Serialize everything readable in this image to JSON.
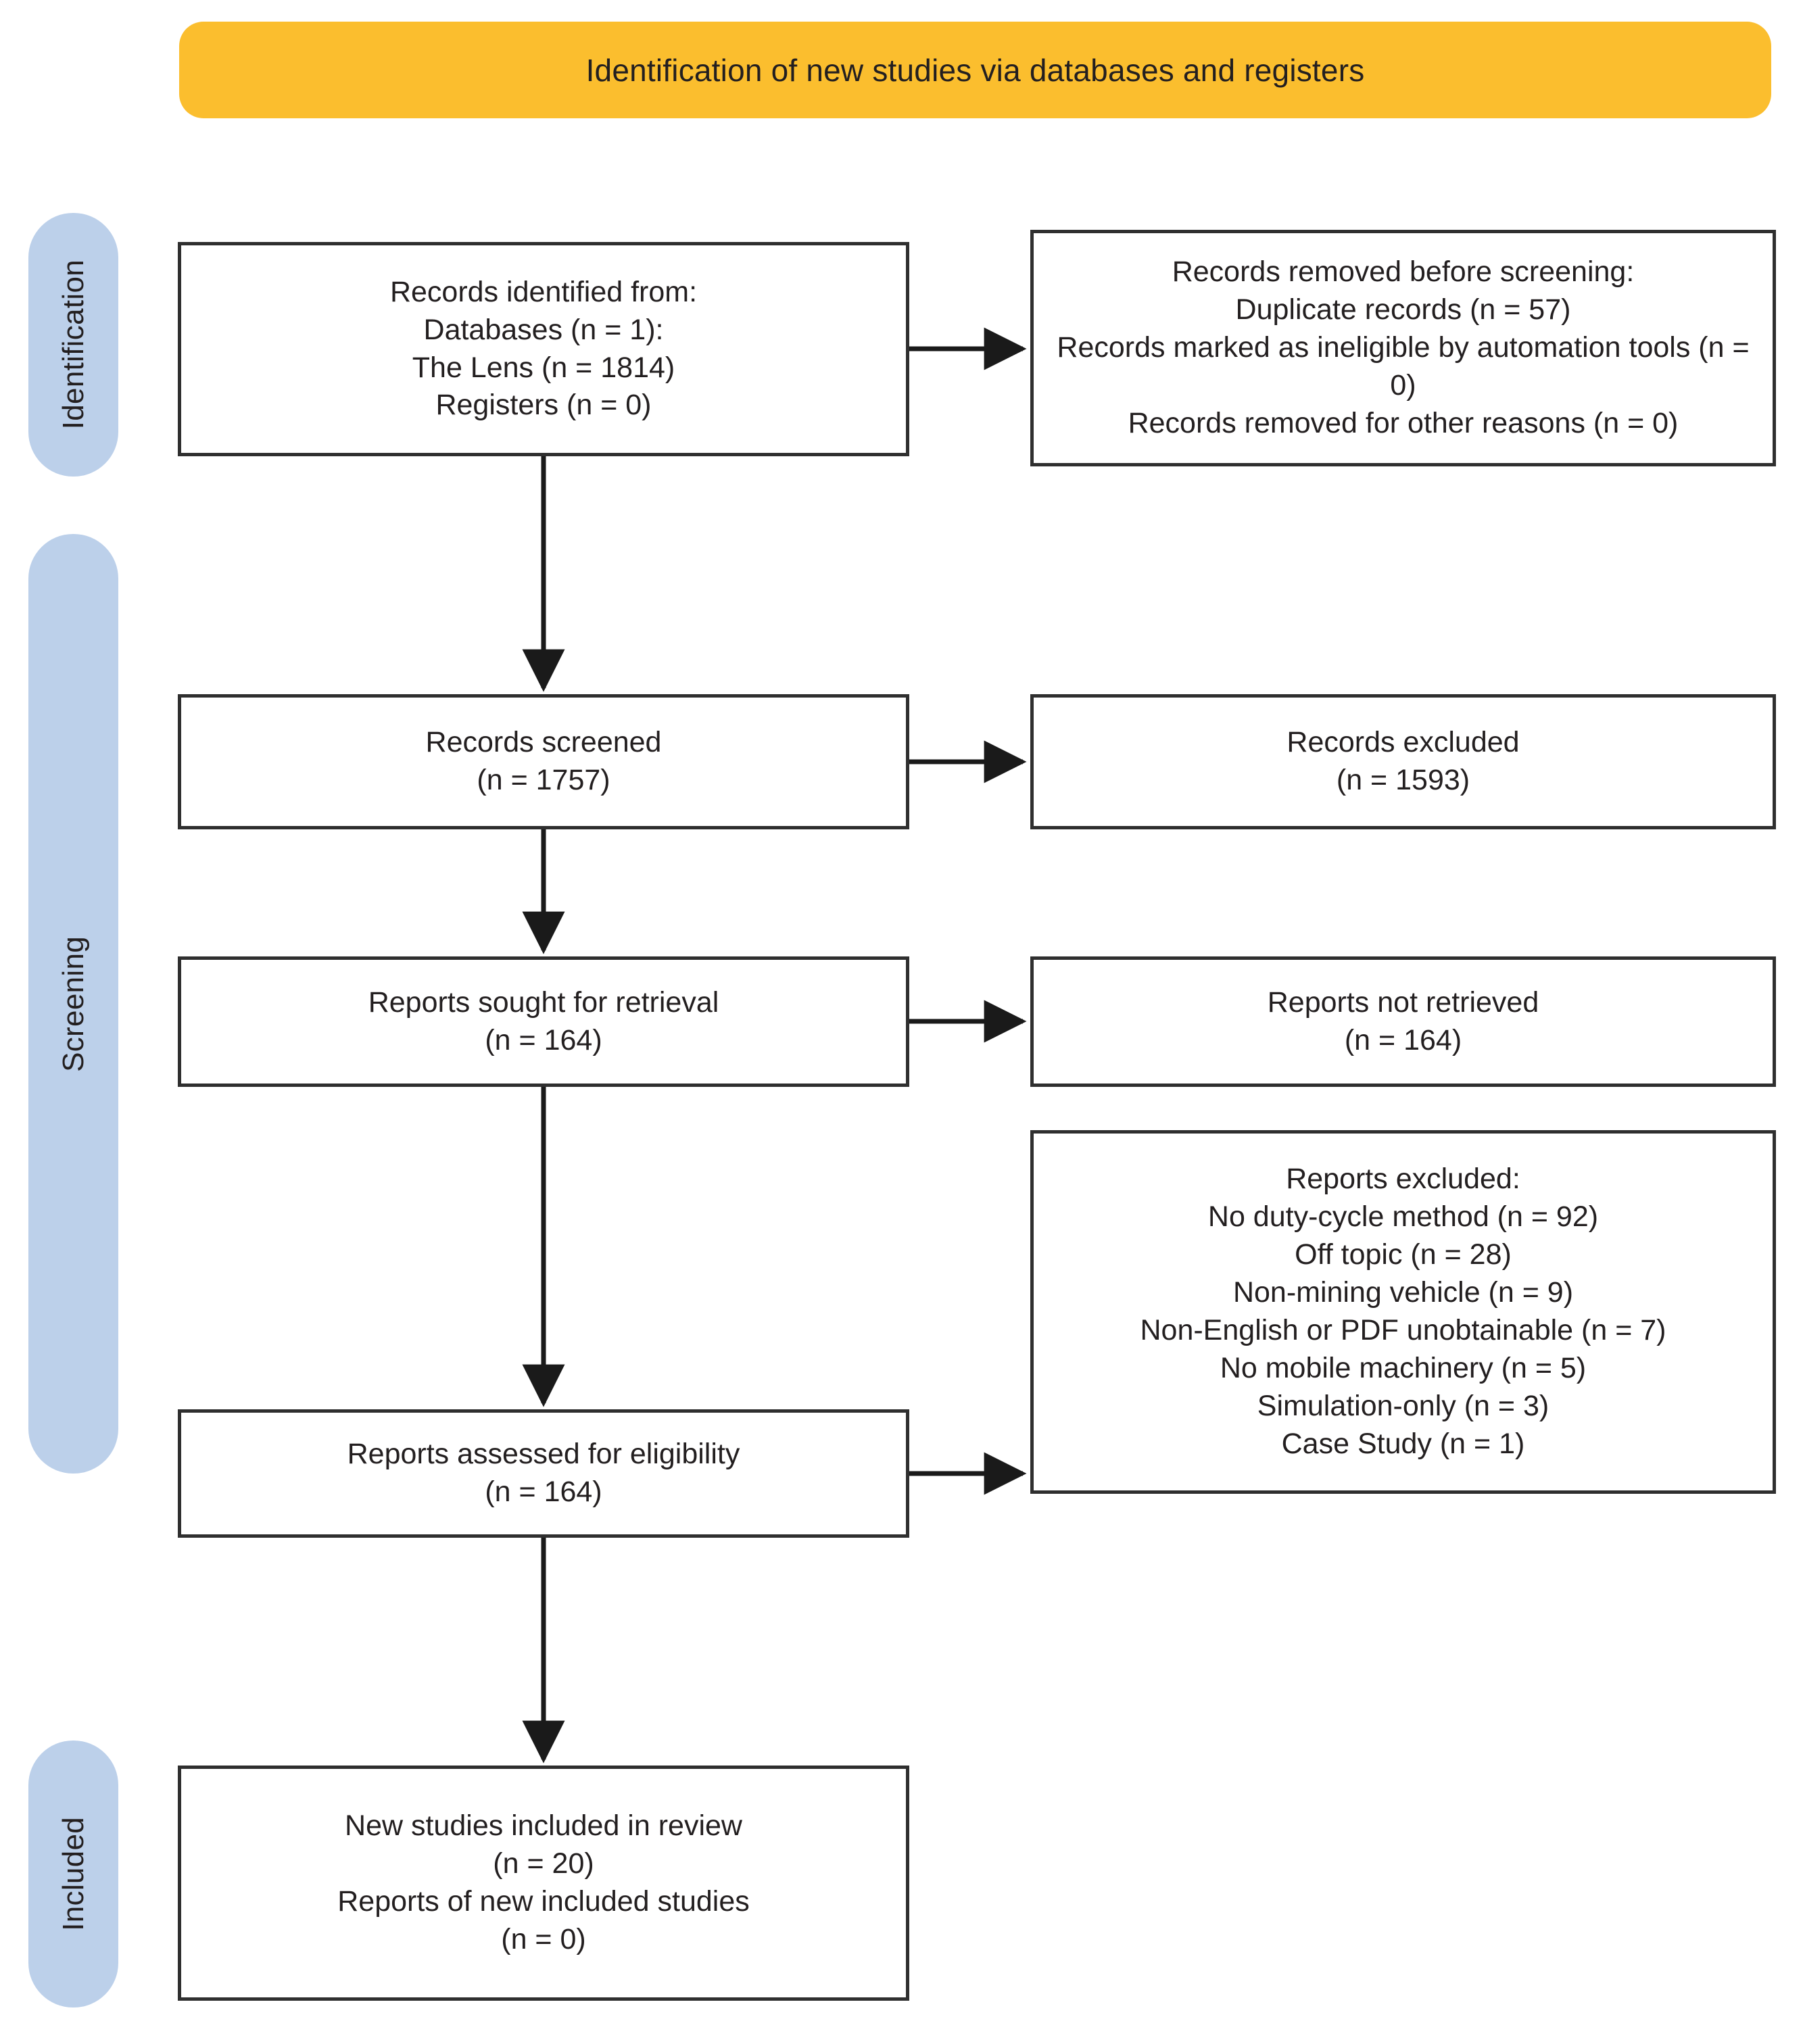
{
  "banner": {
    "title": "Identification of new studies via databases and registers",
    "color": "#FBBE2E"
  },
  "phases": {
    "color": "#BCD0EA",
    "identification": "Identification",
    "screening": "Screening",
    "included": "Included"
  },
  "boxes": {
    "identified": "Records identified from:\nDatabases (n = 1):\nThe Lens (n = 1814)\nRegisters (n = 0)",
    "removed": "Records removed before screening:\nDuplicate records (n = 57)\nRecords marked as ineligible by automation tools (n = 0)\nRecords removed for other reasons (n = 0)",
    "screened": "Records screened\n(n = 1757)",
    "excluded": "Records excluded\n(n = 1593)",
    "sought": "Reports sought for retrieval\n(n = 164)",
    "not_retrieved": "Reports not retrieved\n(n = 164)",
    "assessed": "Reports assessed for eligibility\n(n = 164)",
    "reports_excluded": "Reports excluded:\nNo duty-cycle method (n =  92)\nOff topic (n =  28)\nNon-mining vehicle (n =  9)\nNon-English or PDF unobtainable (n =  7)\nNo mobile machinery (n =  5)\nSimulation-only (n =  3)\nCase Study (n =  1)",
    "included": "New studies included in review\n(n = 20)\nReports of new included studies\n(n = 0)"
  },
  "flow_data": {
    "type": "prisma-flow-diagram",
    "title": "Identification of new studies via databases and registers",
    "stages": [
      {
        "phase": "Identification",
        "node": "Records identified from",
        "databases_count": 1,
        "sources": [
          {
            "name": "The Lens",
            "n": 1814
          }
        ],
        "registers_n": 0,
        "removed_before_screening": {
          "duplicate_records": 57,
          "marked_ineligible_by_automation_tools": 0,
          "removed_for_other_reasons": 0
        }
      },
      {
        "phase": "Screening",
        "node": "Records screened",
        "n": 1757,
        "excluded": {
          "label": "Records excluded",
          "n": 1593
        }
      },
      {
        "phase": "Screening",
        "node": "Reports sought for retrieval",
        "n": 164,
        "excluded": {
          "label": "Reports not retrieved",
          "n": 164
        }
      },
      {
        "phase": "Screening",
        "node": "Reports assessed for eligibility",
        "n": 164,
        "excluded": {
          "label": "Reports excluded",
          "reasons": [
            {
              "reason": "No duty-cycle method",
              "n": 92
            },
            {
              "reason": "Off topic",
              "n": 28
            },
            {
              "reason": "Non-mining vehicle",
              "n": 9
            },
            {
              "reason": "Non-English or PDF unobtainable",
              "n": 7
            },
            {
              "reason": "No mobile machinery",
              "n": 5
            },
            {
              "reason": "Simulation-only",
              "n": 3
            },
            {
              "reason": "Case Study",
              "n": 1
            }
          ]
        }
      },
      {
        "phase": "Included",
        "node": "New studies included in review",
        "n": 20,
        "reports_of_new_included_studies": 0
      }
    ]
  }
}
